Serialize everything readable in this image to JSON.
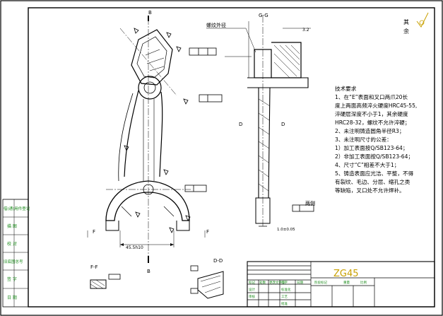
{
  "corner_note": {
    "line1": "其",
    "line2": "余"
  },
  "roughness_top": "3.2",
  "labels": {
    "section_B_top": "B",
    "section_B_bottom": "B",
    "section_G_top": "G-G",
    "thread_callout": "螺纹外径",
    "view_FF": "F-F",
    "view_DD": "D-D",
    "view_pair": "两侧",
    "cut_F_left": "F",
    "cut_F_right": "F",
    "cut_D": "D",
    "cut_D2": "D",
    "dim_bottom": "45.5h10",
    "dim_right_bottom": "1.0±0.05"
  },
  "tech_notes": {
    "title": "技术要求",
    "lines": [
      "1、在“E”表面和叉口两爪20长",
      "度上两面高频淬火硬度HRC45-55,",
      "淬硬层深度不小于1，其余硬度",
      "HRC28-32，螺纹不允许淬硬；",
      "2、未注明铸造圆角半径R3；",
      "3、未注明尺寸的公差：",
      "1）加工表面按Q/SB123-64；",
      "2）非加工表面按Q/SB123-64；",
      "4、尺寸“C”相差不大于1；",
      "5、铸造表面应光洁、平整，不得",
      "有裂纹、毛边、分层、缩孔之类",
      "等缺陷，叉口处不允许焊补。"
    ]
  },
  "left_stamps": [
    "借(通)用件登记",
    "描 图",
    "校 对",
    "旧底图总号",
    "签 字",
    "日 期"
  ],
  "title_block": {
    "material": "ZG45",
    "row_labels": [
      "标记",
      "处数",
      "更改文件号",
      "签字",
      "日期"
    ],
    "sign_labels": [
      "设计",
      "标准化"
    ],
    "sign_labels_2": [
      "审核",
      "工艺"
    ],
    "sign_labels_3": [
      "批准"
    ],
    "stage_labels": [
      "阶段标记",
      "重量",
      "比例"
    ]
  },
  "colors": {
    "line": "#000000",
    "frame": "#000000",
    "accent": "#1a8a1a"
  }
}
